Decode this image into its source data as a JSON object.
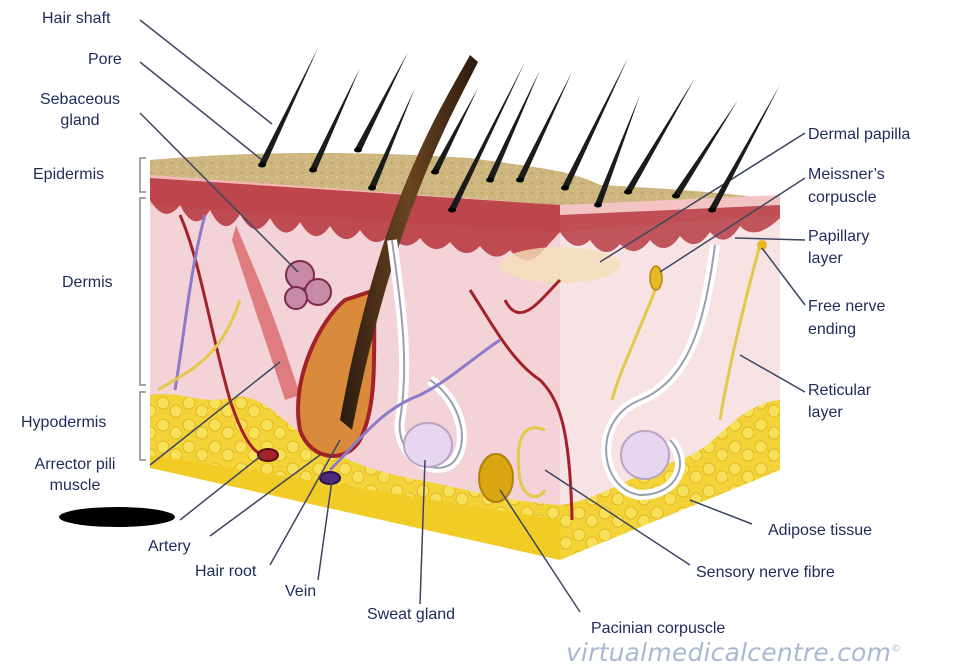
{
  "labels": {
    "hair_shaft": "Hair shaft",
    "pore": "Pore",
    "sebaceous_gland_1": "Sebaceous",
    "sebaceous_gland_2": "gland",
    "epidermis": "Epidermis",
    "dermis": "Dermis",
    "hypodermis": "Hypodermis",
    "arrector_1": "Arrector pili",
    "arrector_2": "muscle",
    "artery": "Artery",
    "hair_root": "Hair root",
    "vein": "Vein",
    "sweat_gland": "Sweat gland",
    "pacinian_corpuscle": "Pacinian corpuscle",
    "sensory_nerve_fibre": "Sensory nerve fibre",
    "adipose_tissue": "Adipose tissue",
    "reticular_1": "Reticular",
    "reticular_2": "layer",
    "free_nerve_1": "Free nerve",
    "free_nerve_2": "ending",
    "papillary_1": "Papillary",
    "papillary_2": "layer",
    "meissner_1": "Meissner’s",
    "meissner_2": "corpuscle",
    "dermal_papilla": "Dermal papilla"
  },
  "watermark": "virtualmedicalcentre.com",
  "watermark_mark": "©",
  "colors": {
    "label_text": "#1f2a5a",
    "epidermis_surface": "#c9b37c",
    "dermis": "#f5d9dc",
    "adipose": "#f2d22e",
    "blood": "#a3222a",
    "nerve": "#e3c94a",
    "vein": "#4b2a7a",
    "watermark": "#a9b8d3"
  }
}
